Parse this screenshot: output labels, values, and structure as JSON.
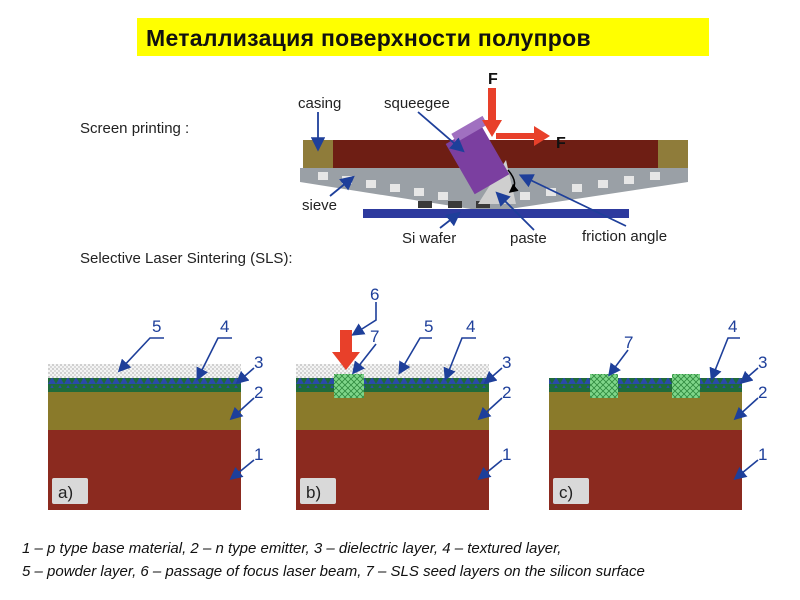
{
  "title": "Металлизация поверхности полупров",
  "sections": {
    "screen_printing": "Screen printing :",
    "sls": "Selective Laser Sintering (SLS):"
  },
  "screen_diagram": {
    "force_top": "F",
    "force_right": "F",
    "casing": "casing",
    "squeegee": "squeegee",
    "sieve": "sieve",
    "si_wafer": "Si wafer",
    "paste": "paste",
    "friction_angle": "friction angle"
  },
  "sls_panels": [
    {
      "letter": "a)",
      "numbers": {
        "n1": "1",
        "n2": "2",
        "n3": "3",
        "n4": "4",
        "n5": "5"
      }
    },
    {
      "letter": "b)",
      "numbers": {
        "n1": "1",
        "n2": "2",
        "n3": "3",
        "n4": "4",
        "n5": "5",
        "n6": "6",
        "n7": "7"
      }
    },
    {
      "letter": "c)",
      "numbers": {
        "n1": "1",
        "n2": "2",
        "n3": "3",
        "n4": "4",
        "n7": "7"
      }
    }
  ],
  "caption": {
    "line1": "1 – p type base material, 2 – n type emitter, 3 – dielectric layer, 4 – textured layer,",
    "line2": "5 – powder layer, 6 – passage of focus laser beam, 7 – SLS seed layers on the silicon surface"
  },
  "colors": {
    "title_bg": "#ffff00",
    "base": "#8b2a1f",
    "emitter": "#8a7a2a",
    "dielectric": "#1f6b3a",
    "textured": "#2a4aa8",
    "seed": "#7fd68a",
    "laser": "#e8402a",
    "casing": "#6e1e14",
    "casing_end": "#8f7c3a",
    "squeegee": "#7b3fa0",
    "wafer": "#2d3a9e"
  }
}
